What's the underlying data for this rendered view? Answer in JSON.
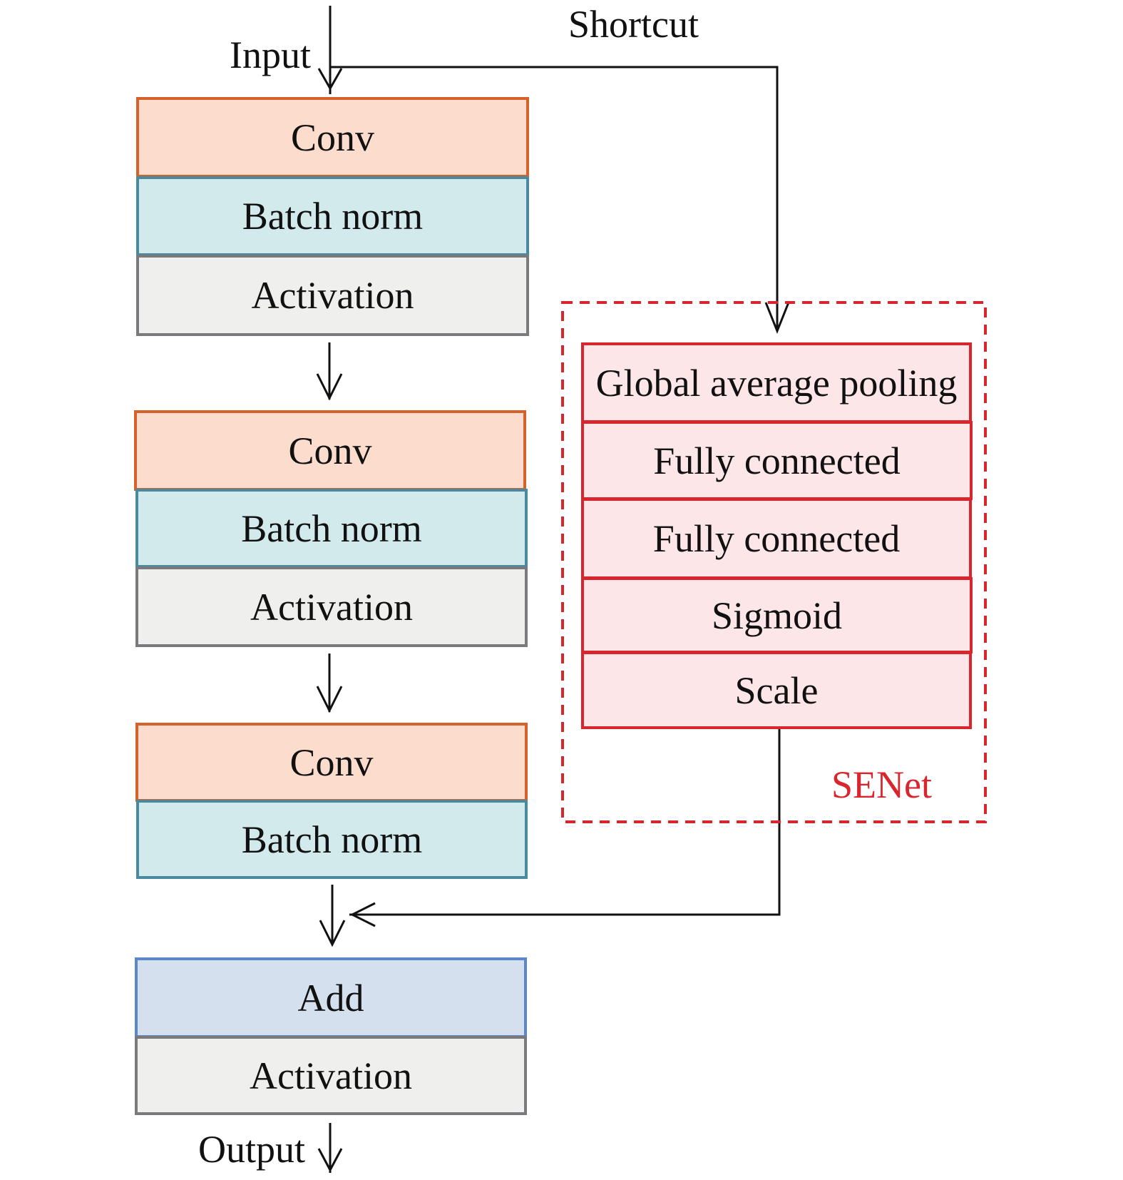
{
  "labels": {
    "input": "Input",
    "shortcut": "Shortcut",
    "output": "Output",
    "senet": "SENet"
  },
  "main_blocks": [
    {
      "label": "Conv",
      "kind": "conv"
    },
    {
      "label": "Batch norm",
      "kind": "batch-norm"
    },
    {
      "label": "Activation",
      "kind": "activation"
    },
    {
      "label": "Conv",
      "kind": "conv"
    },
    {
      "label": "Batch norm",
      "kind": "batch-norm"
    },
    {
      "label": "Activation",
      "kind": "activation"
    },
    {
      "label": "Conv",
      "kind": "conv"
    },
    {
      "label": "Batch norm",
      "kind": "batch-norm"
    },
    {
      "label": "Add",
      "kind": "add"
    },
    {
      "label": "Activation",
      "kind": "activation"
    }
  ],
  "senet_blocks": [
    {
      "label": "Global average pooling"
    },
    {
      "label": "Fully connected"
    },
    {
      "label": "Fully connected"
    },
    {
      "label": "Sigmoid"
    },
    {
      "label": "Scale"
    }
  ],
  "colors": {
    "conv_fill": "#fbdccd",
    "conv_border": "#d4622a",
    "batch_norm_fill": "#d3eaed",
    "batch_norm_border": "#4a8aa0",
    "activation_fill": "#efefee",
    "activation_border": "#7a7a7e",
    "add_fill": "#d4e0ee",
    "add_border": "#5b86c8",
    "senet_fill": "#fde6e8",
    "senet_border": "#d9262e"
  }
}
